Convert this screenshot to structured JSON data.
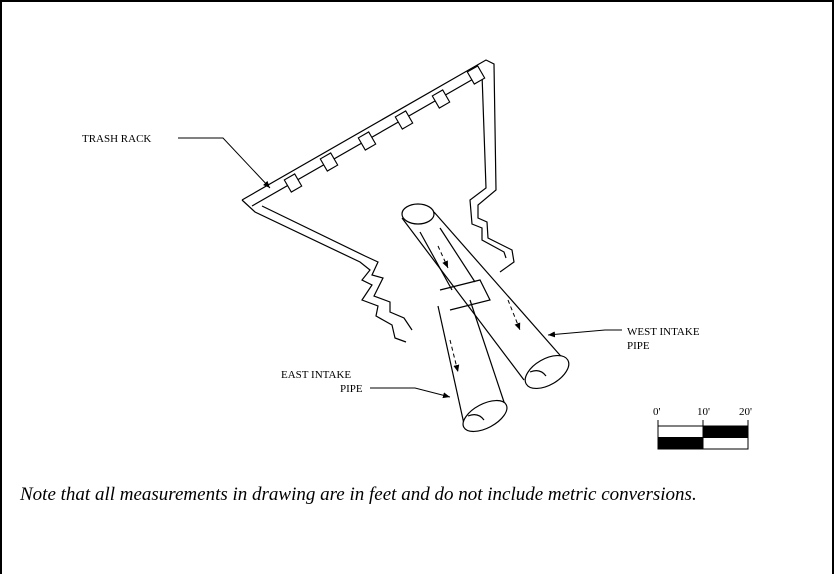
{
  "labels": {
    "trash_rack": "TRASH RACK",
    "west_intake_line1": "WEST INTAKE",
    "west_intake_line2": "PIPE",
    "east_intake_line1": "EAST INTAKE",
    "east_intake_line2": "PIPE"
  },
  "scale_bar": {
    "ticks": [
      "0'",
      "10'",
      "20'"
    ]
  },
  "caption": "Note that all measurements in drawing are in feet and do not include metric conversions."
}
